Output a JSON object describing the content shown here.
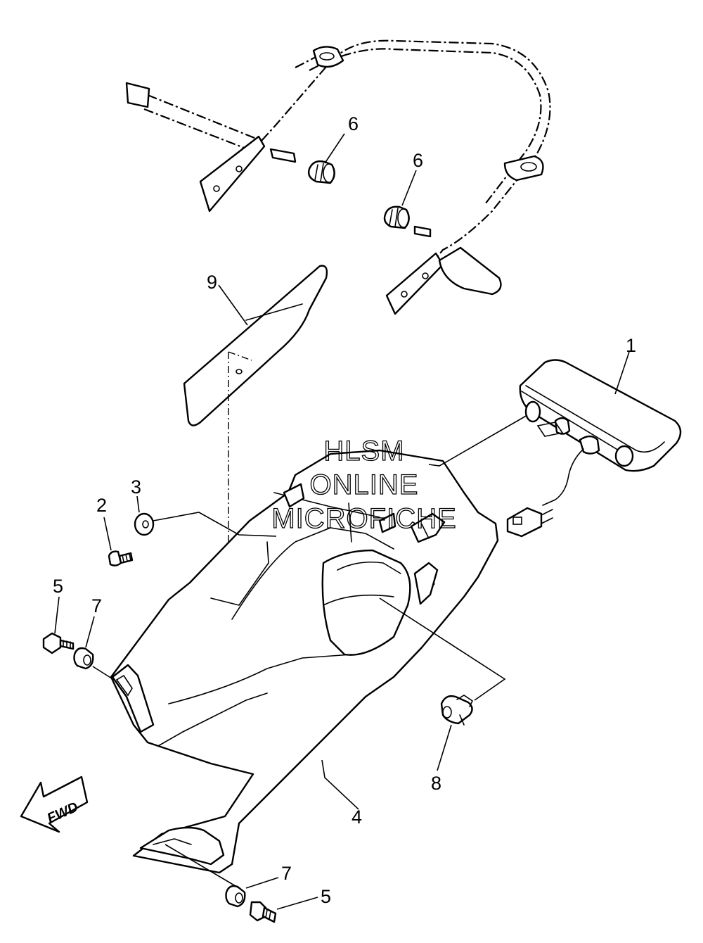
{
  "watermark": {
    "line1": "HLSM",
    "line2": "ONLINE",
    "line3": "MICROFICHE"
  },
  "fwd_label": "FWD",
  "callouts": {
    "c1": "1",
    "c2": "2",
    "c3": "3",
    "c4": "4",
    "c5_top": "5",
    "c5_bottom": "5",
    "c6_left": "6",
    "c6_right": "6",
    "c7_top": "7",
    "c7_bottom": "7",
    "c8": "8",
    "c9": "9"
  }
}
